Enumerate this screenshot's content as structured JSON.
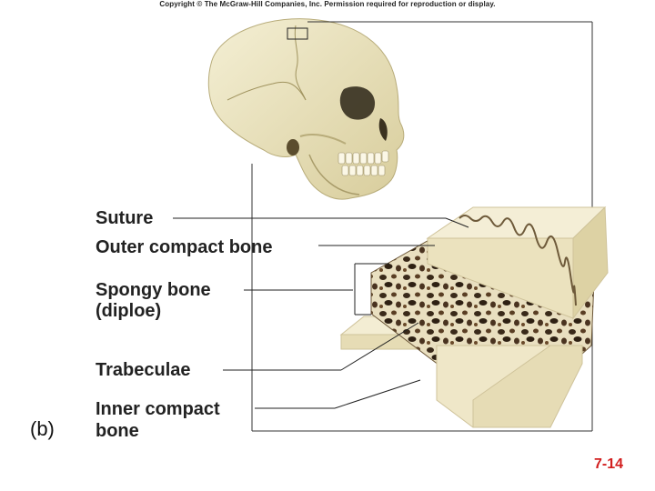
{
  "copyright": "Copyright © The McGraw-Hill Companies, Inc. Permission required for reproduction or display.",
  "labels": {
    "suture": "Suture",
    "outer_compact_bone": "Outer compact bone",
    "spongy_bone_line1": "Spongy bone",
    "spongy_bone_line2": "(diploe)",
    "trabeculae": "Trabeculae",
    "inner_compact_bone_line1": "Inner compact",
    "inner_compact_bone_line2": "bone"
  },
  "panel_label": "(b)",
  "slide_number": "7-14",
  "colors": {
    "bone": "#efe8c6",
    "bone_shadow": "#d9cf9e",
    "spongy_dark": "#3a2a1a",
    "slide_number": "#d21e1e"
  }
}
